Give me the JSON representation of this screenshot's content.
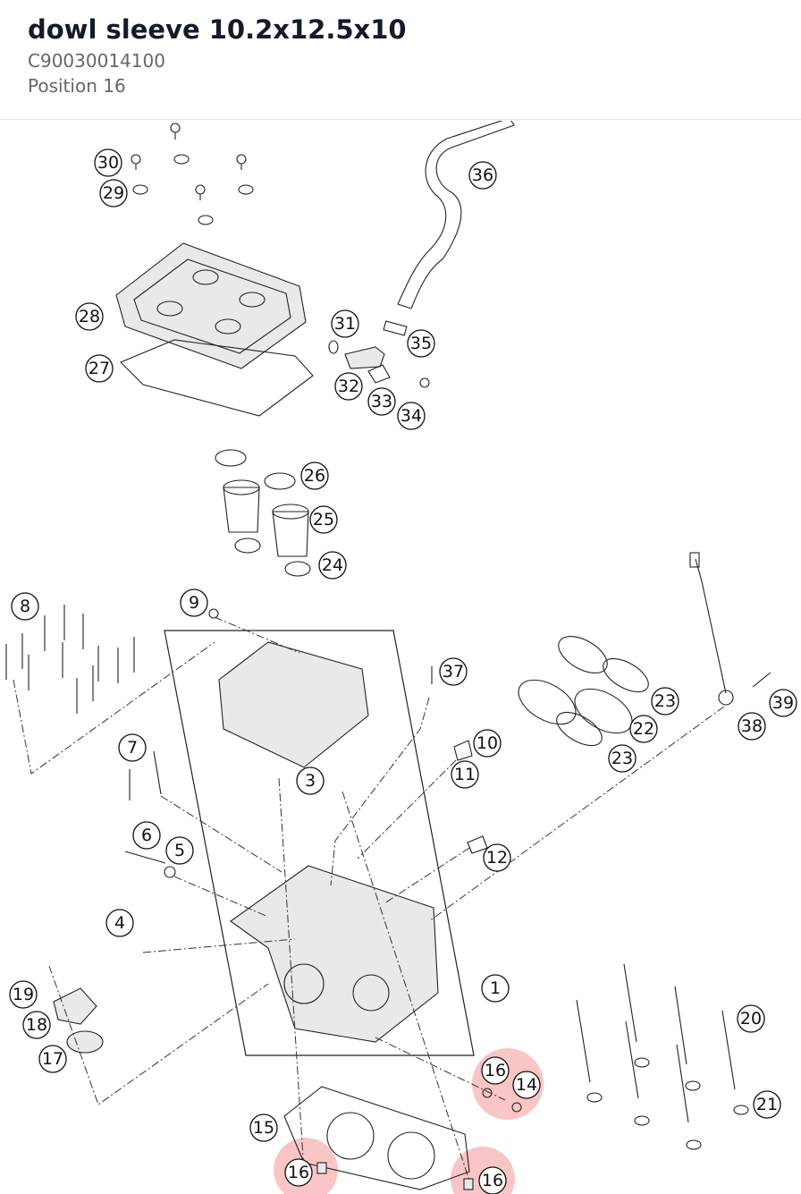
{
  "header": {
    "title": "dowl sleeve 10.2x12.5x10",
    "part_number": "C90030014100",
    "position": "Position 16"
  },
  "colors": {
    "highlight": "#ef4a4a",
    "title": "#131a2a",
    "subtitle": "#5f6773"
  },
  "callouts": [
    {
      "label": "30"
    },
    {
      "label": "29"
    },
    {
      "label": "36"
    },
    {
      "label": "28"
    },
    {
      "label": "31"
    },
    {
      "label": "35"
    },
    {
      "label": "27"
    },
    {
      "label": "32"
    },
    {
      "label": "33"
    },
    {
      "label": "34"
    },
    {
      "label": "26"
    },
    {
      "label": "25"
    },
    {
      "label": "24"
    },
    {
      "label": "8"
    },
    {
      "label": "9"
    },
    {
      "label": "37"
    },
    {
      "label": "23"
    },
    {
      "label": "39"
    },
    {
      "label": "22"
    },
    {
      "label": "38"
    },
    {
      "label": "10"
    },
    {
      "label": "23"
    },
    {
      "label": "7"
    },
    {
      "label": "11"
    },
    {
      "label": "3"
    },
    {
      "label": "6"
    },
    {
      "label": "5"
    },
    {
      "label": "12"
    },
    {
      "label": "4"
    },
    {
      "label": "1"
    },
    {
      "label": "19"
    },
    {
      "label": "20"
    },
    {
      "label": "18"
    },
    {
      "label": "17"
    },
    {
      "label": "16"
    },
    {
      "label": "14"
    },
    {
      "label": "21"
    },
    {
      "label": "15"
    },
    {
      "label": "16"
    },
    {
      "label": "16"
    }
  ],
  "highlighted_position": "16"
}
